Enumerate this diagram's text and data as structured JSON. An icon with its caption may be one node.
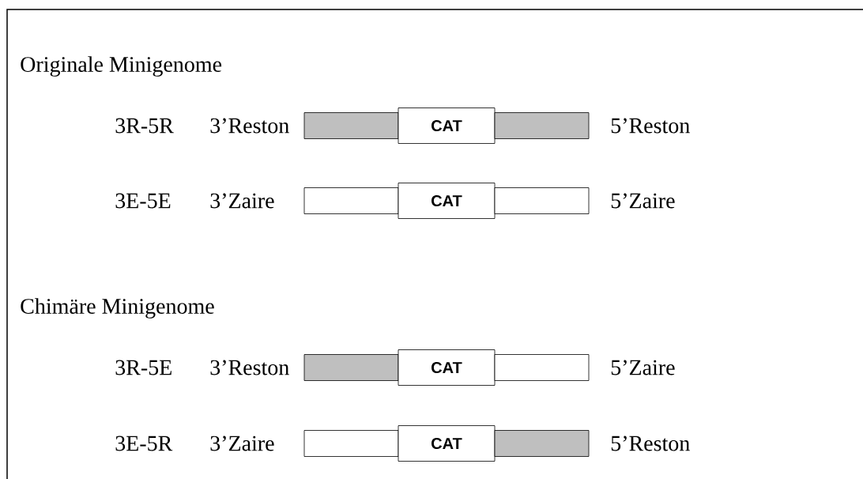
{
  "diagram": {
    "nodes": [
      {
        "text": [],
        "shape": "bar"
      },
      {
        "text": [
          "CAT"
        ]
      },
      {
        "text": [],
        "shape": "bar"
      },
      {
        "text": [],
        "shape": "bar"
      },
      {
        "text": [
          "CAT"
        ]
      },
      {
        "text": [],
        "shape": "bar"
      },
      {
        "text": [],
        "shape": "bar"
      },
      {
        "text": [
          "CAT"
        ]
      },
      {
        "text": [],
        "shape": "bar"
      },
      {
        "text": [],
        "shape": "bar"
      },
      {
        "text": [
          "CAT"
        ]
      },
      {
        "text": [],
        "shape": "bar"
      }
    ],
    "labels": [
      "Originale Minigenome",
      "3R-5R",
      "3’Reston",
      "5’Reston",
      "3E-5E",
      "3’Zaire",
      "5’Zaire",
      "Chimäre Minigenome",
      "3R-5E",
      "3’Reston",
      "5’Zaire",
      "3E-5R",
      "3’Zaire",
      "5’Reston"
    ]
  }
}
